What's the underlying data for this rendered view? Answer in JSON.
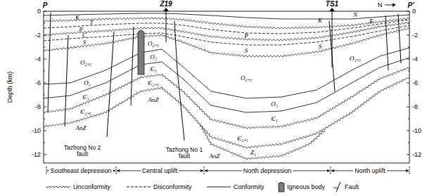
{
  "diagram": {
    "labels": [
      "P",
      "Z19",
      "TS1",
      "N",
      "P'",
      "0",
      "-2",
      "-4",
      "-6",
      "-8",
      "-10",
      "-12",
      "0",
      "-2",
      "-4",
      "-6",
      "-8",
      "-10",
      "-12",
      "Depth (km)",
      "K",
      "T",
      "P",
      "C",
      "S",
      "O₂₊₃",
      "O₁",
      "Є₁",
      "Є₂₊₃",
      "AnZ",
      "O₂₊₃",
      "O₁",
      "Є₁",
      "Є₂₊₃",
      "AnZ",
      "P",
      "S",
      "O₂₊₃",
      "O₁",
      "Є₁",
      "Є₂₊₃",
      "Z₁",
      "AnZ",
      "N",
      "E",
      "K",
      "S",
      "O₂₊₃",
      "Tazhong No 2 fault",
      "Tazhong No 1 fault",
      "Southeast depression",
      "Central uplift",
      "North depression",
      "North uplift"
    ],
    "legend": [
      {
        "text": "Unconformity"
      },
      {
        "text": "Disconformity"
      },
      {
        "text": "Conformity"
      },
      {
        "text": "Igneous body"
      },
      {
        "text": "Fault"
      }
    ]
  }
}
